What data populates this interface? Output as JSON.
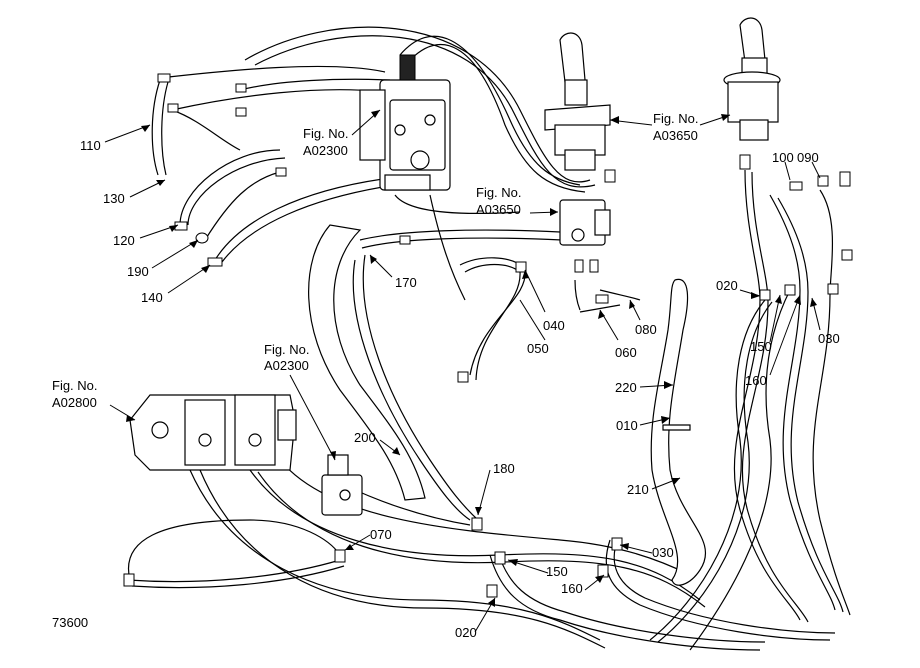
{
  "figure": {
    "drawing_number": "73600"
  },
  "callouts": [
    {
      "id": "110",
      "text": "110"
    },
    {
      "id": "130",
      "text": "130"
    },
    {
      "id": "120",
      "text": "120"
    },
    {
      "id": "190",
      "text": "190"
    },
    {
      "id": "140",
      "text": "140"
    },
    {
      "id": "170",
      "text": "170"
    },
    {
      "id": "040",
      "text": "040"
    },
    {
      "id": "050",
      "text": "050"
    },
    {
      "id": "060",
      "text": "060"
    },
    {
      "id": "080",
      "text": "080"
    },
    {
      "id": "100",
      "text": "100"
    },
    {
      "id": "090",
      "text": "090"
    },
    {
      "id": "020a",
      "text": "020"
    },
    {
      "id": "150a",
      "text": "150"
    },
    {
      "id": "160a",
      "text": "160"
    },
    {
      "id": "030a",
      "text": "030"
    },
    {
      "id": "220",
      "text": "220"
    },
    {
      "id": "010",
      "text": "010"
    },
    {
      "id": "210",
      "text": "210"
    },
    {
      "id": "200",
      "text": "200"
    },
    {
      "id": "180",
      "text": "180"
    },
    {
      "id": "070",
      "text": "070"
    },
    {
      "id": "030b",
      "text": "030"
    },
    {
      "id": "150b",
      "text": "150"
    },
    {
      "id": "160b",
      "text": "160"
    },
    {
      "id": "020b",
      "text": "020"
    }
  ],
  "figure_refs": [
    {
      "id": "ref-a02300-top",
      "line1": "Fig. No.",
      "line2": "A02300"
    },
    {
      "id": "ref-a03650-right",
      "line1": "Fig. No.",
      "line2": "A03650"
    },
    {
      "id": "ref-a03650-center",
      "line1": "Fig. No.",
      "line2": "A03650"
    },
    {
      "id": "ref-a02300-bottom",
      "line1": "Fig. No.",
      "line2": "A02300"
    },
    {
      "id": "ref-a02800",
      "line1": "Fig. No.",
      "line2": "A02800"
    }
  ]
}
